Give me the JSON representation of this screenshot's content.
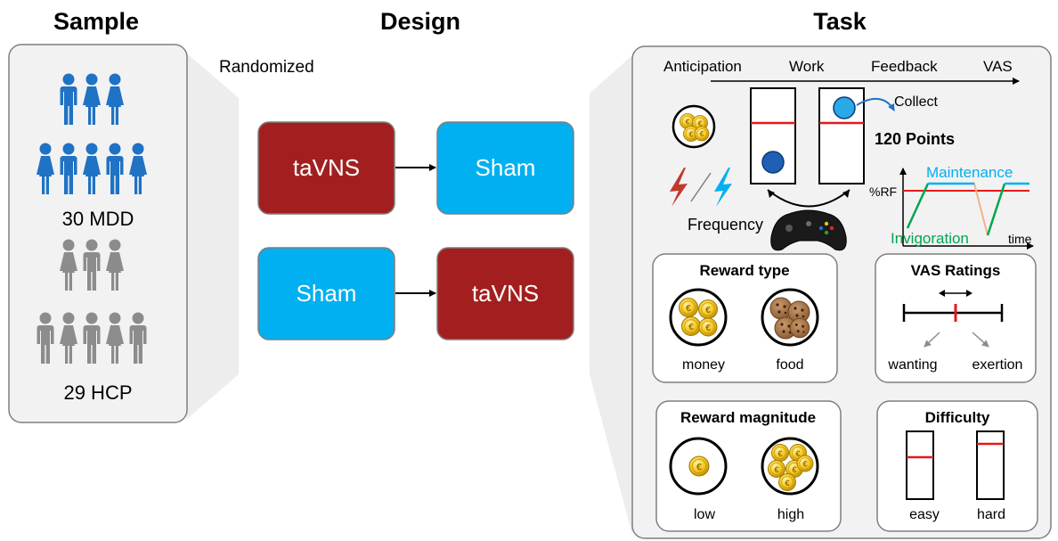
{
  "headings": {
    "sample": "Sample",
    "design": "Design",
    "task": "Task"
  },
  "sample": {
    "mdd_label": "30 MDD",
    "hcp_label": "29 HCP"
  },
  "design": {
    "randomized": "Randomized",
    "row1": {
      "first": "taVNS",
      "second": "Sham"
    },
    "row2": {
      "first": "Sham",
      "second": "taVNS"
    }
  },
  "task": {
    "phases": [
      "Anticipation",
      "Work",
      "Feedback",
      "VAS"
    ],
    "collect": "Collect",
    "points": "120 Points",
    "frequency": "Frequency",
    "plot": {
      "ylabel": "%RF",
      "xlabel": "time",
      "maintenance": "Maintenance",
      "invigoration": "Invigoration"
    },
    "reward_type": {
      "title": "Reward type",
      "money": "money",
      "food": "food"
    },
    "vas": {
      "title": "VAS Ratings",
      "wanting": "wanting",
      "exertion": "exertion"
    },
    "magnitude": {
      "title": "Reward magnitude",
      "low": "low",
      "high": "high"
    },
    "difficulty": {
      "title": "Difficulty",
      "easy": "easy",
      "hard": "hard"
    }
  },
  "colors": {
    "red_box": "#a31f1f",
    "blue_box": "#00b0f0",
    "mdd": "#1f72c4",
    "hcp": "#8c8c8c",
    "coin": "#f4c81e",
    "maintenance": "#00b0f0",
    "invigoration": "#00a650",
    "threshold": "#e31a1c"
  }
}
